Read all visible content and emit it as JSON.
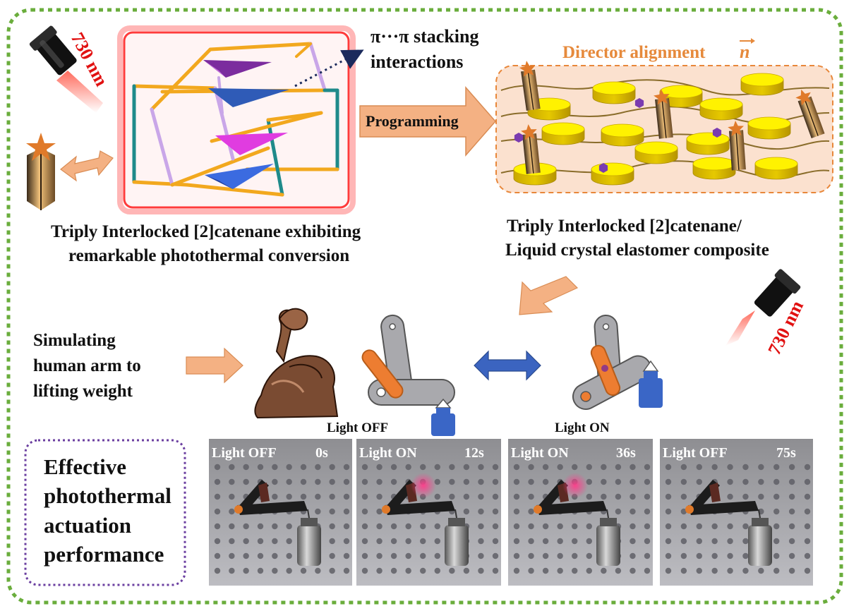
{
  "laser_label_1": "730 nm",
  "laser_label_2": "730 nm",
  "stacking": {
    "line1": "π···π stacking",
    "line2": "interactions"
  },
  "director_alignment": "Director alignment",
  "director_symbol": "n",
  "programming_label": "Programming",
  "catenane_caption": {
    "line1": "Triply Interlocked [2]catenane exhibiting",
    "line2": "remarkable photothermal conversion"
  },
  "composite_caption": {
    "line1": "Triply Interlocked [2]catenane/",
    "line2": "Liquid crystal elastomer composite"
  },
  "simulating": {
    "line1": "Simulating",
    "line2": "human arm to",
    "line3": "lifting  weight"
  },
  "arm_states": {
    "off": "Light OFF",
    "on": "Light ON"
  },
  "effective": {
    "line1": "Effective",
    "line2": "photothermal",
    "line3": "actuation",
    "line4": "performance"
  },
  "photo_frames": [
    {
      "state": "Light OFF",
      "time": "0s",
      "glow": false
    },
    {
      "state": "Light ON",
      "time": "12s",
      "glow": true
    },
    {
      "state": "Light ON",
      "time": "36s",
      "glow": true
    },
    {
      "state": "Light OFF",
      "time": "75s",
      "glow": false
    }
  ],
  "colors": {
    "frame_border": "#6aad3c",
    "effective_border": "#6b3fa0",
    "arrow_orange": "#f4b183",
    "arrow_orange_stroke": "#d98c54",
    "arrow_blue": "#3b64c0",
    "disc_yellow": "#fff200",
    "star_orange": "#e07a2a",
    "laser_beam": "#e8332f",
    "highlight_red": "#ff3b3b",
    "lce_background": "#fbe1cf"
  }
}
